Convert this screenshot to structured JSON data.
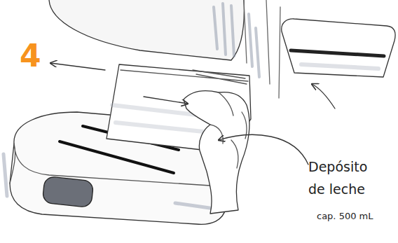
{
  "diagram": {
    "labels": [
      "4",
      "Depósito de leche",
      "cap. 500 mL"
    ]
  }
}
